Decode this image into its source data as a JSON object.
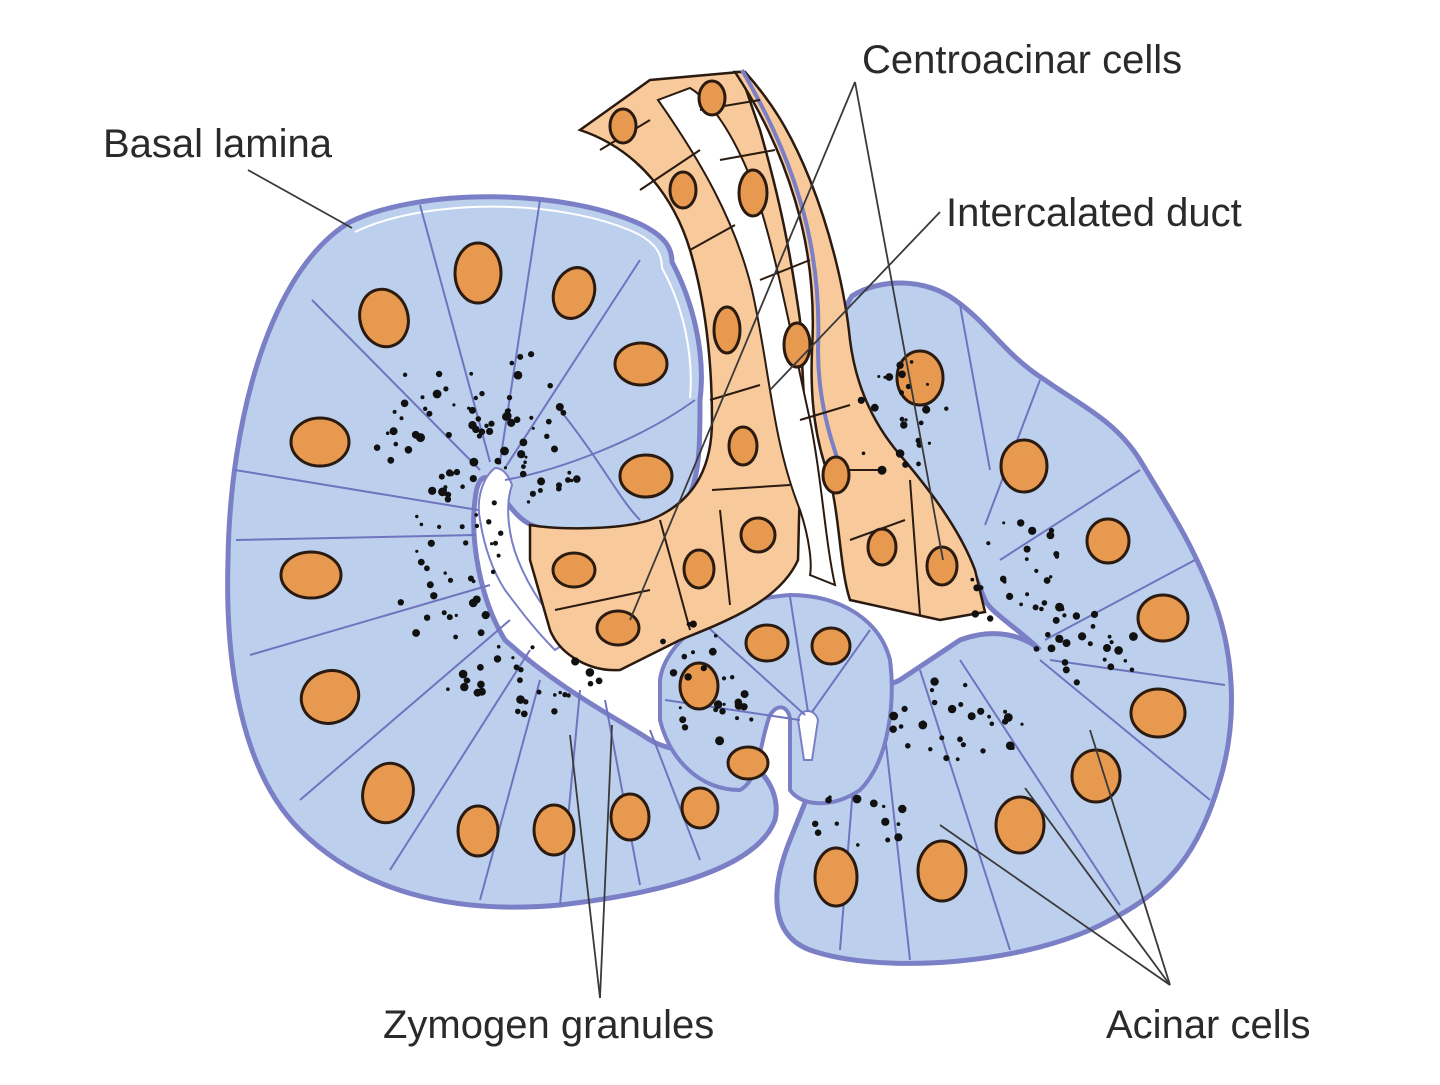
{
  "labels": {
    "basal_lamina": "Basal lamina",
    "centroacinar_cells": "Centroacinar cells",
    "intercalated_duct": "Intercalated duct",
    "zymogen_granules": "Zymogen granules",
    "acinar_cells": "Acinar cells"
  },
  "colors": {
    "acinar_fill": "#bcd0ee",
    "acinar_outline": "#7a7fc6",
    "duct_fill": "#f7c99b",
    "nucleus_fill": "#e79a4f",
    "nucleus_outline": "#2a1a10",
    "granule": "#111111",
    "leader_line": "#3a3a3a",
    "text": "#2a2a2a"
  }
}
